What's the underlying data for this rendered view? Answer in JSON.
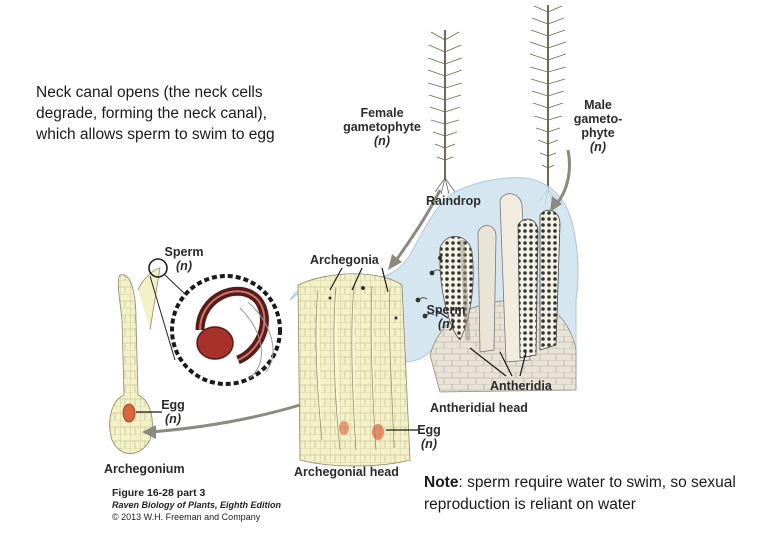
{
  "intro_text": "Neck canal opens (the neck cells degrade, forming the neck canal), which allows sperm to swim to egg",
  "labels": {
    "female_gametophyte": "Female gametophyte",
    "female_ploidy": "(n)",
    "male_gametophyte_1": "Male",
    "male_gametophyte_2": "gameto-",
    "male_gametophyte_3": "phyte",
    "male_ploidy": "(n)",
    "raindrop": "Raindrop",
    "archegonia": "Archegonia",
    "sperm_right": "Sperm",
    "sperm_right_ploidy": "(n)",
    "antheridia": "Antheridia",
    "antheridial_head": "Antheridial head",
    "egg_right": "Egg",
    "egg_right_ploidy": "(n)",
    "archegonial_head": "Archegonial head",
    "sperm_left": "Sperm",
    "sperm_left_ploidy": "(n)",
    "egg_left": "Egg",
    "egg_left_ploidy": "(n)",
    "archegonium": "Archegonium"
  },
  "note": {
    "bold": "Note",
    "text": ": sperm require water to swim, so sexual reproduction is reliant on water"
  },
  "caption": {
    "title": "Figure 16-28 part 3",
    "source": "Raven Biology of Plants, Eighth Edition",
    "copyright": "© 2013 W.H. Freeman and Company"
  },
  "colors": {
    "water": "#cfe2ee",
    "cell_fill": "#f6f3c8",
    "egg": "#d9663a",
    "sperm": "#6a1e1e",
    "arrow": "#8a8a80",
    "plant": "#6f6a55"
  }
}
